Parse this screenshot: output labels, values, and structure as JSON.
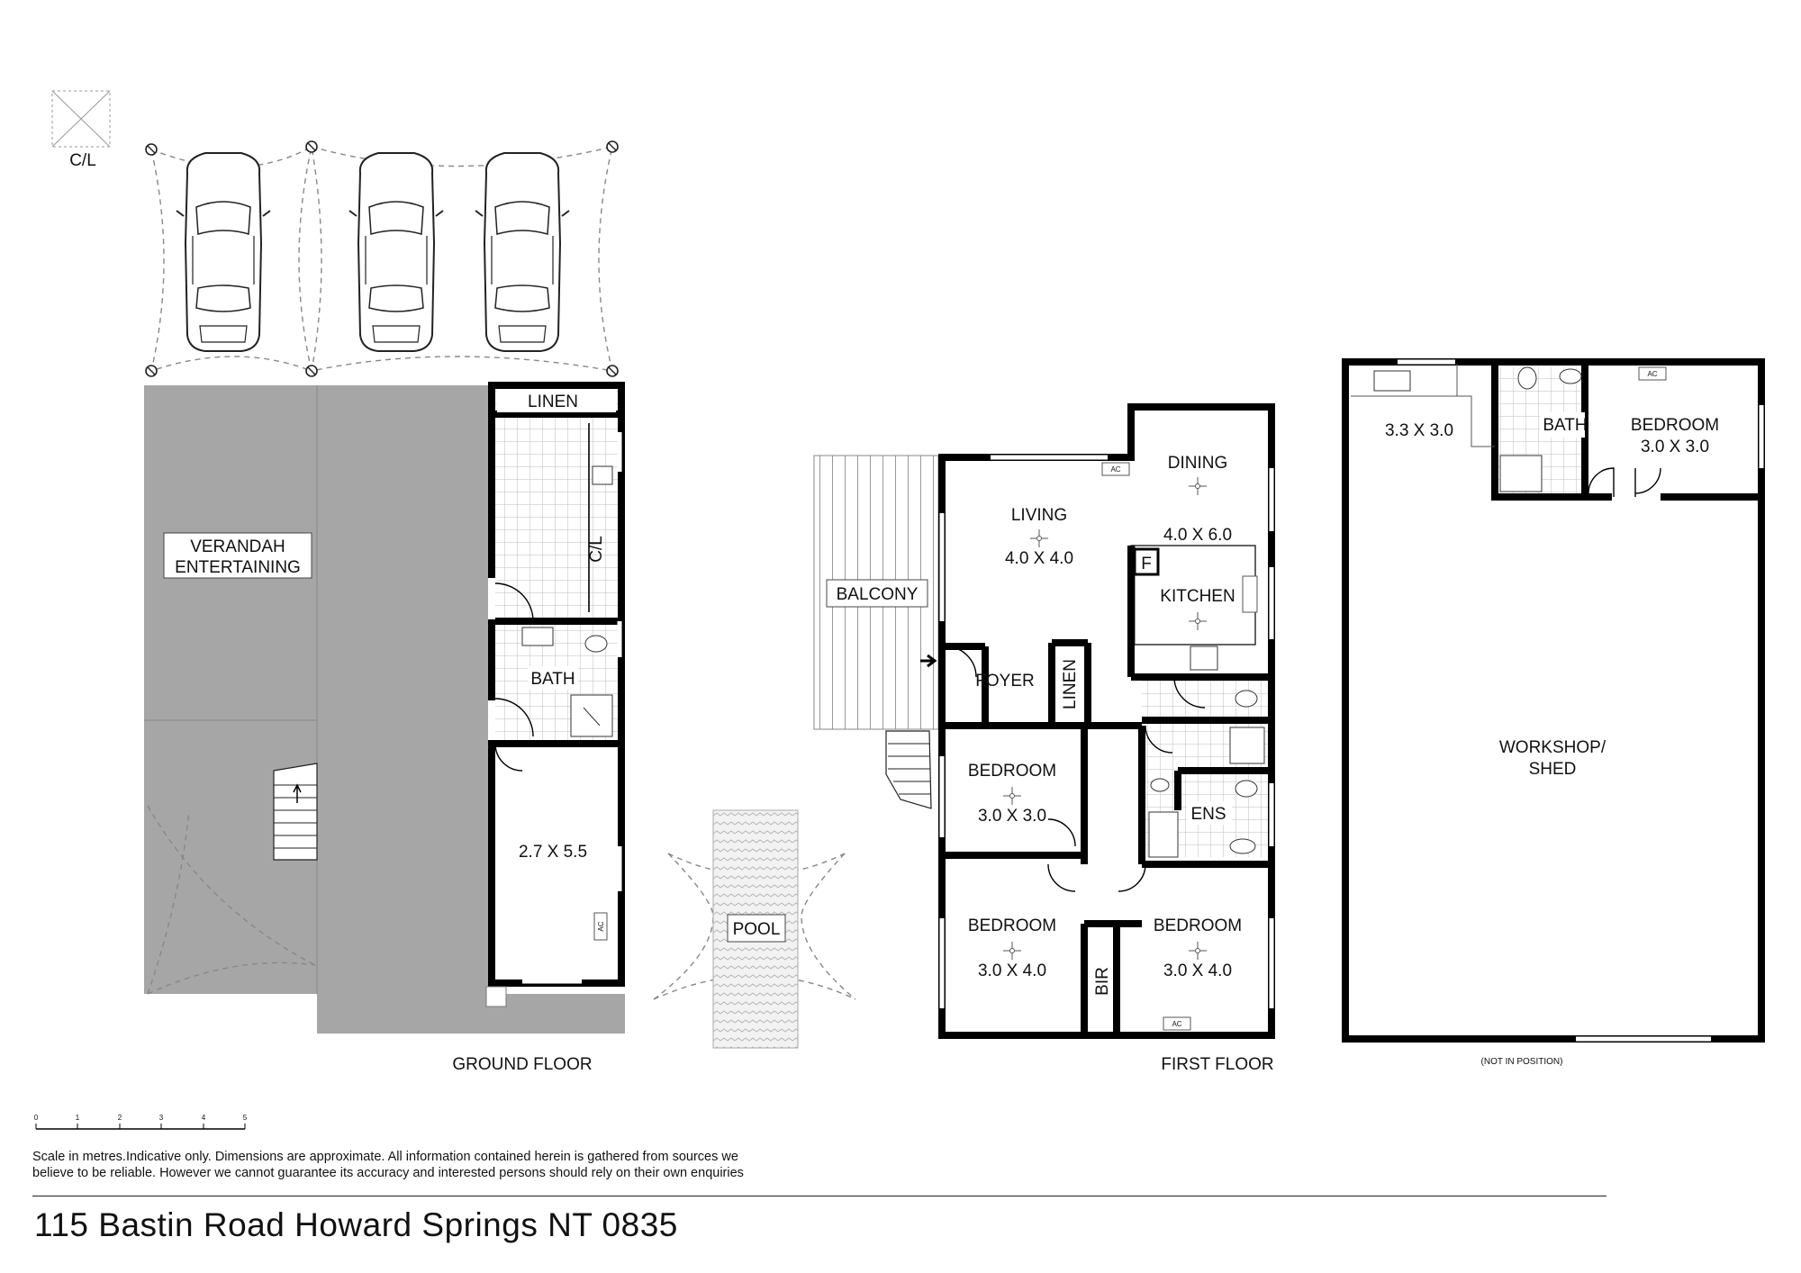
{
  "ground_floor": {
    "caption": "GROUND FLOOR",
    "rooms": {
      "verandah_line1": "VERANDAH",
      "verandah_line2": "ENTERTAINING",
      "linen": "LINEN",
      "cl_cupboard": "C/L",
      "bath": "BATH",
      "room_dims": "2.7 X 5.5"
    },
    "cl_post": "C/L",
    "ac_tag": "AC"
  },
  "pool": {
    "label": "POOL"
  },
  "first_floor": {
    "caption": "FIRST FLOOR",
    "rooms": {
      "balcony": "BALCONY",
      "living": "LIVING",
      "living_dims": "4.0 X 4.0",
      "dining": "DINING",
      "dining_dims": "4.0 X 6.0",
      "kitchen": "KITCHEN",
      "fridge": "F",
      "foyer": "FOYER",
      "linen": "LINEN",
      "bedroom1": "BEDROOM",
      "bedroom1_dims": "3.0 X 3.0",
      "bedroom2": "BEDROOM",
      "bedroom2_dims": "3.0 X 4.0",
      "bedroom3": "BEDROOM",
      "bedroom3_dims": "3.0 X 4.0",
      "ensuite": "ENS",
      "bir": "BIR"
    },
    "ac_tag_living": "AC",
    "ac_tag_bedroom": "AC"
  },
  "workshop": {
    "rooms": {
      "room_dims": "3.3 X 3.0",
      "bath": "BATH",
      "bedroom": "BEDROOM",
      "bedroom_dims": "3.0 X 3.0",
      "workshop_line1": "WORKSHOP/",
      "workshop_line2": "SHED"
    },
    "ac_tag": "AC",
    "note": "(NOT IN POSITION)"
  },
  "scale": {
    "ticks": [
      "0",
      "1",
      "2",
      "3",
      "4",
      "5"
    ]
  },
  "footer": {
    "disclaimer_line1": "Scale in metres.Indicative only. Dimensions are approximate. All information contained herein is gathered from sources we",
    "disclaimer_line2": "believe to be reliable. However we cannot guarantee its accuracy and interested persons should rely on their own enquiries",
    "address": "115 Bastin Road Howard Springs NT 0835"
  }
}
